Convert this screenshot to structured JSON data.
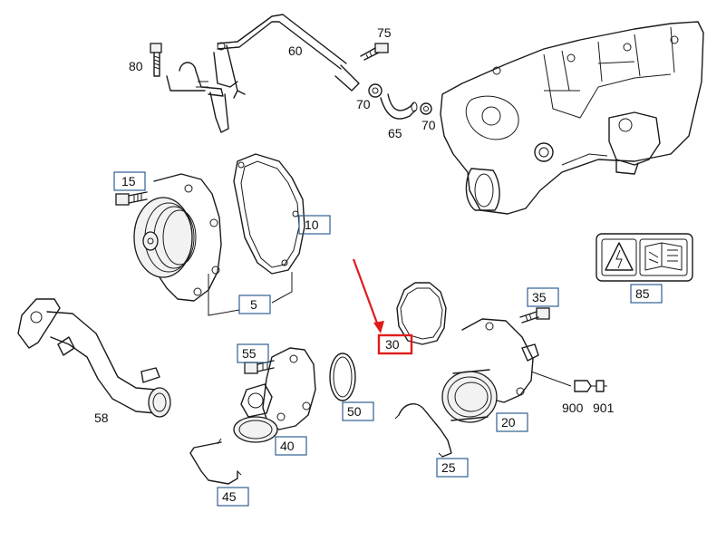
{
  "labels": {
    "p5": "5",
    "p10": "10",
    "p15": "15",
    "p20": "20",
    "p25": "25",
    "p30": "30",
    "p35": "35",
    "p40": "40",
    "p45": "45",
    "p50": "50",
    "p55": "55",
    "p58": "58",
    "p60": "60",
    "p65": "65",
    "p70a": "70",
    "p70b": "70",
    "p75": "75",
    "p80": "80",
    "p85": "85",
    "p900": "900",
    "p901": "901"
  },
  "colors": {
    "label_box": "#2f5f93",
    "highlight": "#e01b1b",
    "line": "#1a1a1a"
  },
  "highlighted_part": "30"
}
